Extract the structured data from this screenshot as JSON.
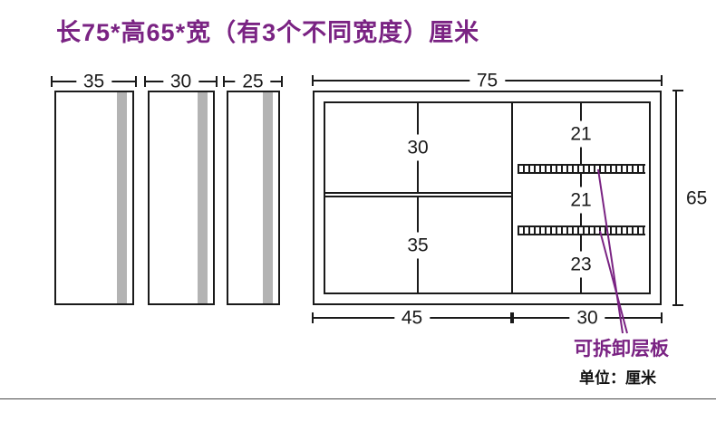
{
  "title": "长75*高65*宽（有3个不同宽度）厘米",
  "colors": {
    "accent_purple": "#7a2383",
    "line_black": "#1a1a1a",
    "panel_strip_gray": "#b3b3b3"
  },
  "side_panels": [
    {
      "width_label": "35"
    },
    {
      "width_label": "30"
    },
    {
      "width_label": "25"
    }
  ],
  "cabinet": {
    "width_label": "75",
    "height_label": "65",
    "left": {
      "upper": "30",
      "lower": "35",
      "width": "45"
    },
    "right": {
      "compartments": [
        "21",
        "21",
        "23"
      ],
      "width": "30"
    }
  },
  "annotation": {
    "removable": "可拆卸层板",
    "unit": "单位：厘米"
  }
}
